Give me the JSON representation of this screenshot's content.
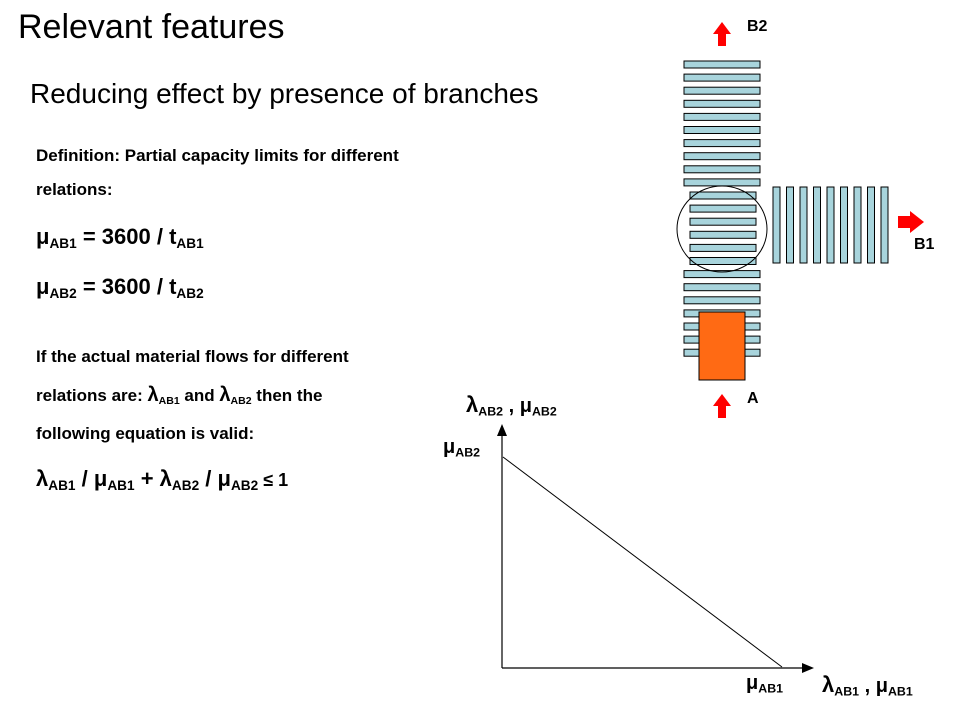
{
  "slide": {
    "title": "Relevant features",
    "subtitle": "Reducing effect by presence of branches",
    "definition_line1": "Definition: Partial capacity limits for different",
    "definition_line2": "relations:",
    "formula1": {
      "lhs": "μ",
      "lhs_sub": "AB1",
      "eq": " = 3600 / t",
      "rhs_sub": "AB1"
    },
    "formula2": {
      "lhs": "μ",
      "lhs_sub": "AB2",
      "eq": " = 3600 / t",
      "rhs_sub": "AB2"
    },
    "flows_line1": "If the actual material flows for different",
    "flows_line2": {
      "a": "relations are: ",
      "lam1": "λ",
      "lam1_sub": "AB1",
      "and": " and ",
      "lam2": "λ",
      "lam2_sub": "AB2",
      "tail": " then the"
    },
    "flows_line3": "following equation is valid:",
    "inequality": {
      "l1": "λ",
      "l1_sub": "AB1",
      "div1": " / μ",
      "m1_sub": "AB1",
      "plus": " + λ",
      "l2_sub": "AB2",
      "div2": " / μ",
      "m2_sub": "AB2",
      "le": " ≤ 1"
    }
  },
  "diagram": {
    "label_b2": "B2",
    "label_b1": "B1",
    "label_a": "A",
    "arrow_color": "#ff0000",
    "roller_color": "#a8d4dc",
    "vehicle_color": "#ff6a14"
  },
  "graph": {
    "y_axis_label": {
      "l": "λ",
      "l_sub": "AB2",
      "sep": " , μ",
      "m_sub": "AB2"
    },
    "x_axis_label": {
      "l": "λ",
      "l_sub": "AB1",
      "sep": " , μ",
      "m_sub": "AB1"
    },
    "y_intercept_label": {
      "m": "μ",
      "m_sub": "AB2"
    },
    "x_intercept_label": {
      "m": "μ",
      "m_sub": "AB1"
    }
  }
}
